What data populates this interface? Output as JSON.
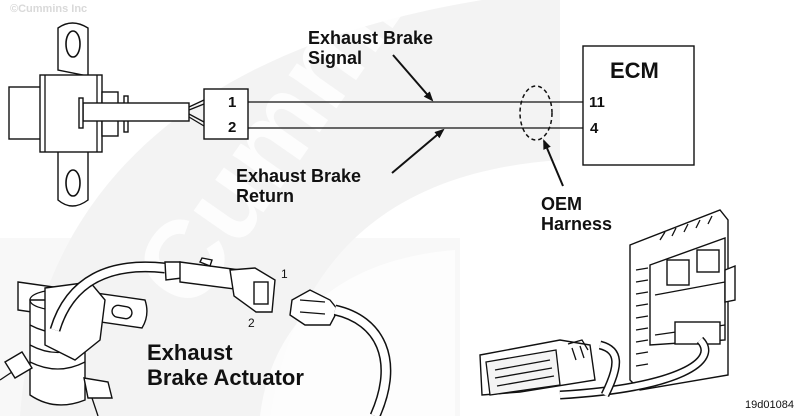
{
  "copyright": "©Cummins Inc",
  "watermark": "Cummins",
  "figure_id": "19d01084",
  "colors": {
    "line": "#111111",
    "background": "#ffffff",
    "watermark_band": "#f2f2f2",
    "copyright_text": "#d9d9d9"
  },
  "schematic": {
    "actuator_connector": {
      "pins": [
        "1",
        "2"
      ]
    },
    "ecm": {
      "title": "ECM",
      "pins": [
        "11",
        "4"
      ]
    },
    "labels": {
      "signal_line1": "Exhaust Brake",
      "signal_line2": "Signal",
      "return_line1": "Exhaust Brake",
      "return_line2": "Return",
      "oem_line1": "OEM",
      "oem_line2": "Harness"
    }
  },
  "illustration": {
    "actuator_label_line1": "Exhaust",
    "actuator_label_line2": "Brake Actuator",
    "connector_pin_labels": [
      "1",
      "2"
    ]
  }
}
